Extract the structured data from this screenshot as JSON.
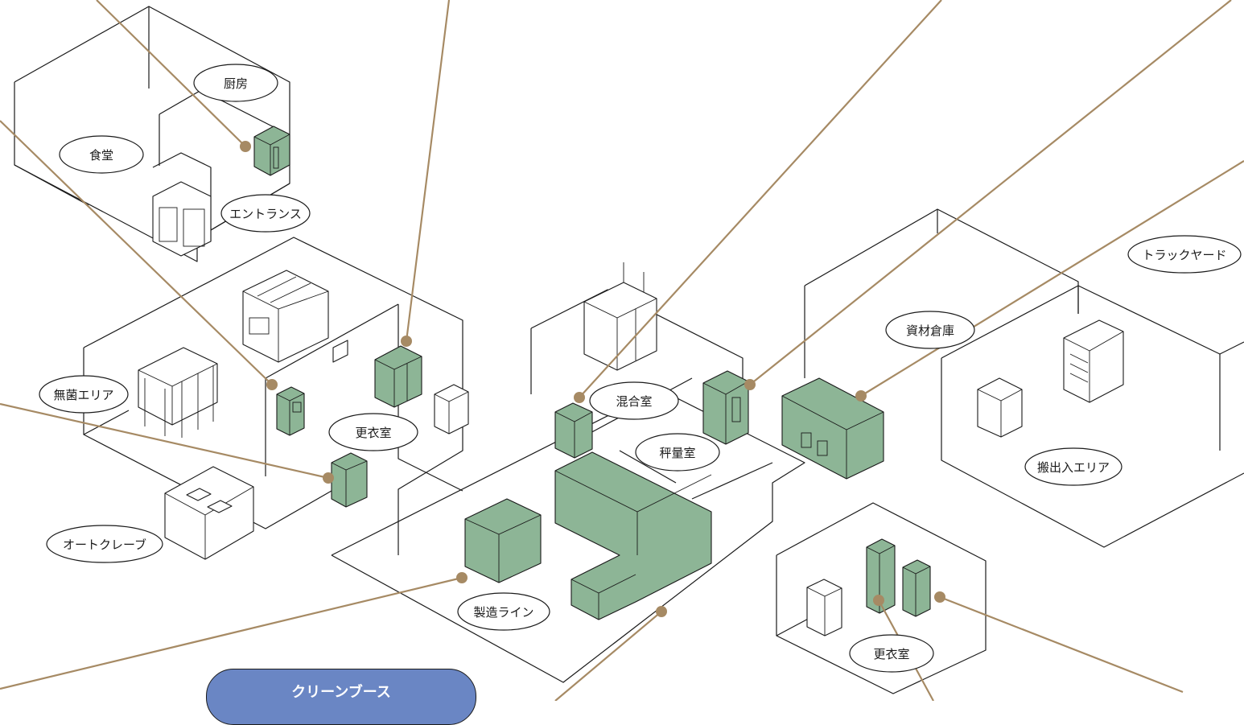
{
  "labels": {
    "kitchen": "厨房",
    "dining": "食堂",
    "entrance": "エントランス",
    "aseptic": "無菌エリア",
    "changing_room_1": "更衣室",
    "autoclave": "オートクレーブ",
    "mixing": "混合室",
    "weighing": "秤量室",
    "warehouse": "資材倉庫",
    "truck_yard": "トラックヤード",
    "loading_area": "搬出入エリア",
    "production_line": "製造ライン",
    "changing_room_2": "更衣室"
  },
  "callout": {
    "clean_booth": "クリーンブース"
  },
  "colors": {
    "equipment": "#8db596",
    "leader": "#a68a64",
    "callout": "#6a86c4"
  }
}
